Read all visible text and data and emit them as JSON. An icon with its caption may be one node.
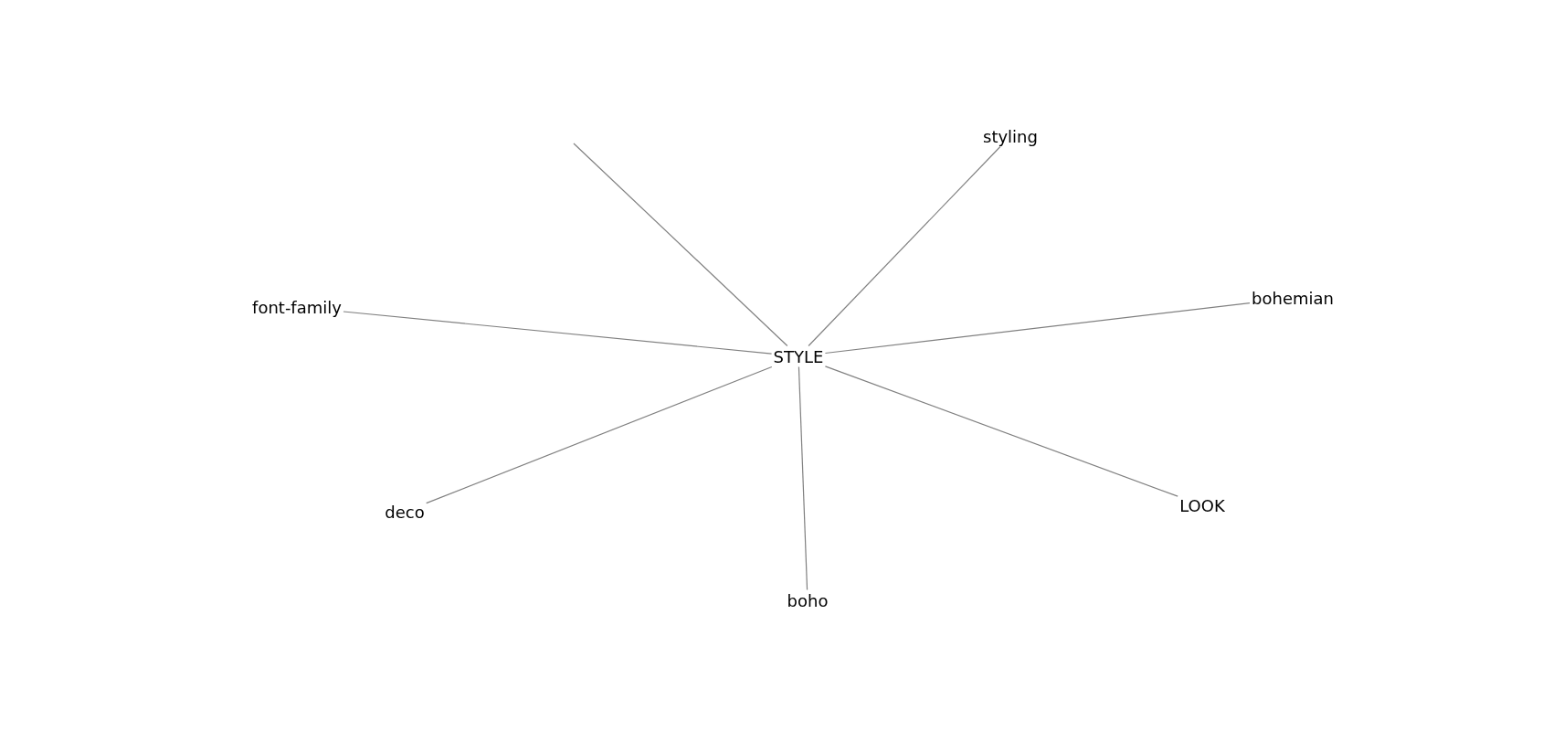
{
  "diagram": {
    "nodes": [
      {
        "text": [
          "STYLE"
        ]
      },
      {
        "text": [
          "styling"
        ]
      },
      {
        "text": [
          "font-family"
        ]
      },
      {
        "text": [
          "bohemian"
        ]
      },
      {
        "text": [
          "deco"
        ]
      },
      {
        "text": [
          "LOOK"
        ]
      },
      {
        "text": [
          "boho"
        ]
      }
    ],
    "edges": [
      {
        "from": 0,
        "to": null,
        "arrow": "none"
      },
      {
        "from": 0,
        "to": 1,
        "arrow": "none"
      },
      {
        "from": 0,
        "to": 2,
        "arrow": "none"
      },
      {
        "from": 0,
        "to": 3,
        "arrow": "none"
      },
      {
        "from": 0,
        "to": 4,
        "arrow": "none"
      },
      {
        "from": 0,
        "to": 5,
        "arrow": "none"
      },
      {
        "from": 0,
        "to": 6,
        "arrow": "none"
      }
    ]
  }
}
